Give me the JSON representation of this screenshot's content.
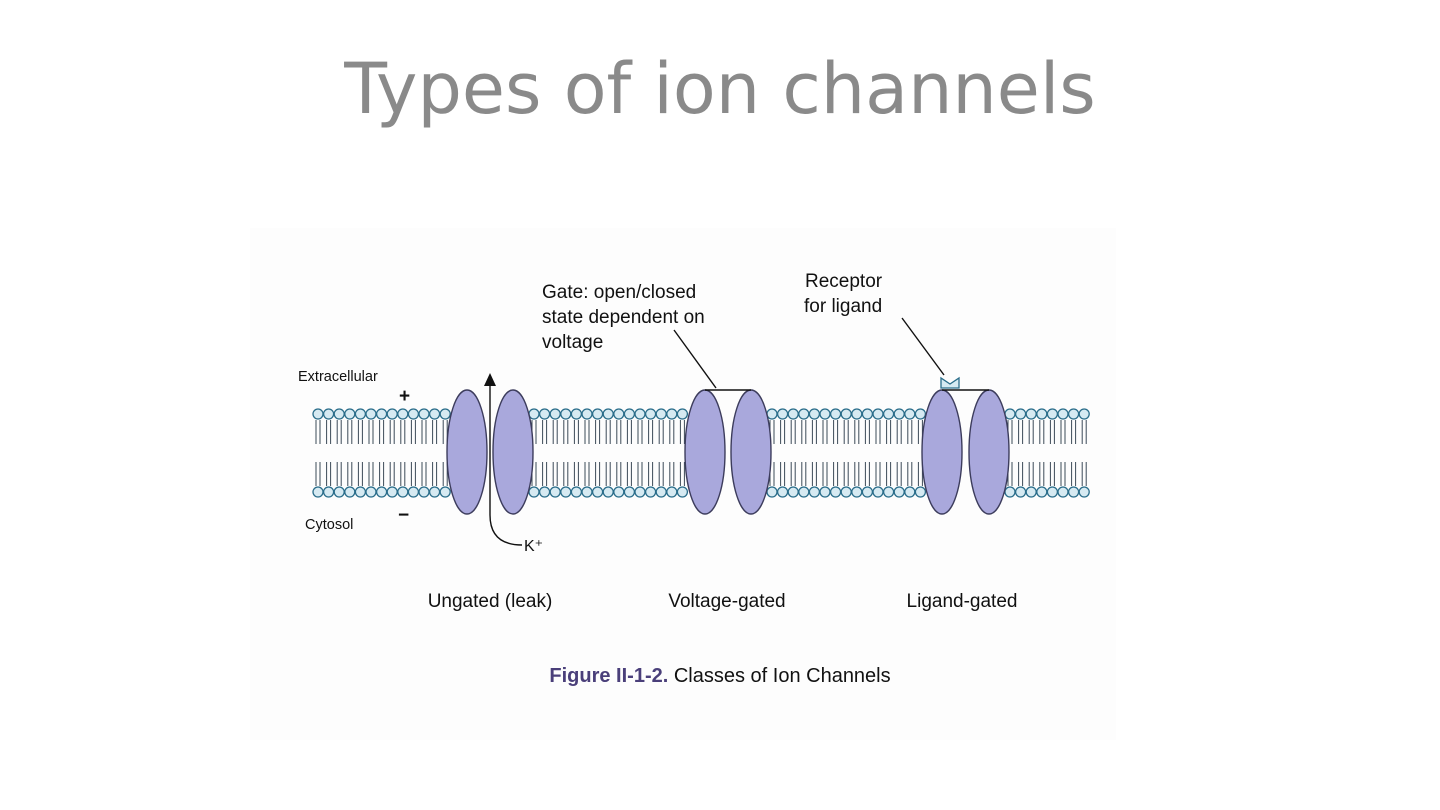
{
  "slide": {
    "title": "Types of ion channels"
  },
  "diagram": {
    "labels": {
      "extracellular": "Extracellular",
      "plus": "+",
      "cytosol": "Cytosol",
      "minus": "−",
      "ion": "K⁺",
      "gate_line1": "Gate: open/closed",
      "gate_line2": "state dependent on",
      "gate_line3": "voltage",
      "receptor_line1": "Receptor",
      "receptor_line2": "for ligand"
    },
    "channels": [
      {
        "name": "Ungated (leak)"
      },
      {
        "name": "Voltage-gated"
      },
      {
        "name": "Ligand-gated"
      }
    ],
    "colors": {
      "channel_fill": "#a9a8dc",
      "channel_stroke": "#3c3c5c",
      "lipid_head_stroke": "#2a6d8a",
      "lipid_head_fill": "#d6eaf2",
      "lipid_tail": "#3c4a58",
      "text": "#111111"
    }
  },
  "caption": {
    "figure_number": "Figure II-1-2.",
    "text": " Classes of Ion Channels"
  }
}
